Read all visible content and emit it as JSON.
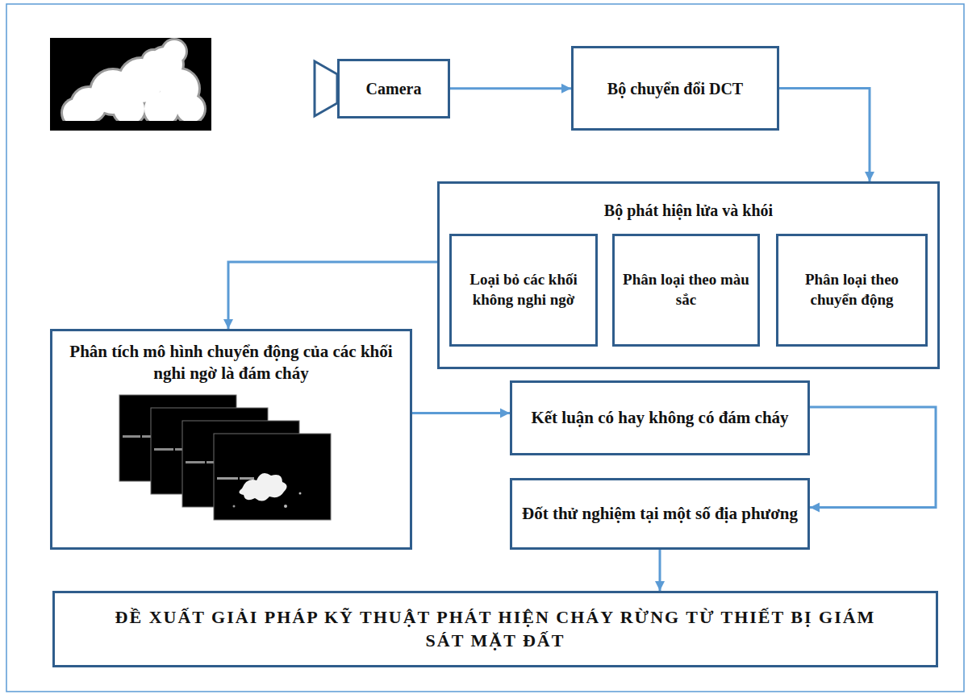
{
  "diagram": {
    "nodes": [
      {
        "text": [
          "Camera"
        ]
      },
      {
        "text": [
          "Bộ chuyển đổi DCT"
        ]
      },
      {
        "text": [
          "Bộ phát hiện lửa và khói"
        ]
      },
      {
        "text": [
          "Loại bỏ các khối không nghi ngờ"
        ],
        "in": 2
      },
      {
        "text": [
          "Phân loại theo màu sắc"
        ],
        "in": 2
      },
      {
        "text": [
          "Phân loại theo chuyển động"
        ],
        "in": 2
      },
      {
        "text": [
          "Phân tích mô hình chuyển động của các khối nghi ngờ là đám cháy"
        ]
      },
      {
        "text": [
          "Kết luận có hay không có đám cháy"
        ]
      },
      {
        "text": [
          "Đốt thử nghiệm tại một số địa phương"
        ]
      },
      {
        "text": [
          "ĐỀ XUẤT GIẢI PHÁP KỸ THUẬT PHÁT HIỆN CHÁY RỪNG TỪ THIẾT BỊ GIÁM SÁT MẶT ĐẤT"
        ]
      }
    ],
    "edges": [
      {
        "from": 0,
        "to": 1,
        "arrow": "to"
      },
      {
        "from": 1,
        "to": 2,
        "arrow": "to"
      },
      {
        "from": 2,
        "to": 6,
        "arrow": "to"
      },
      {
        "from": 6,
        "to": 7,
        "arrow": "to"
      },
      {
        "from": 7,
        "to": 8,
        "arrow": "to"
      },
      {
        "from": 8,
        "to": 9,
        "arrow": "to"
      }
    ]
  }
}
